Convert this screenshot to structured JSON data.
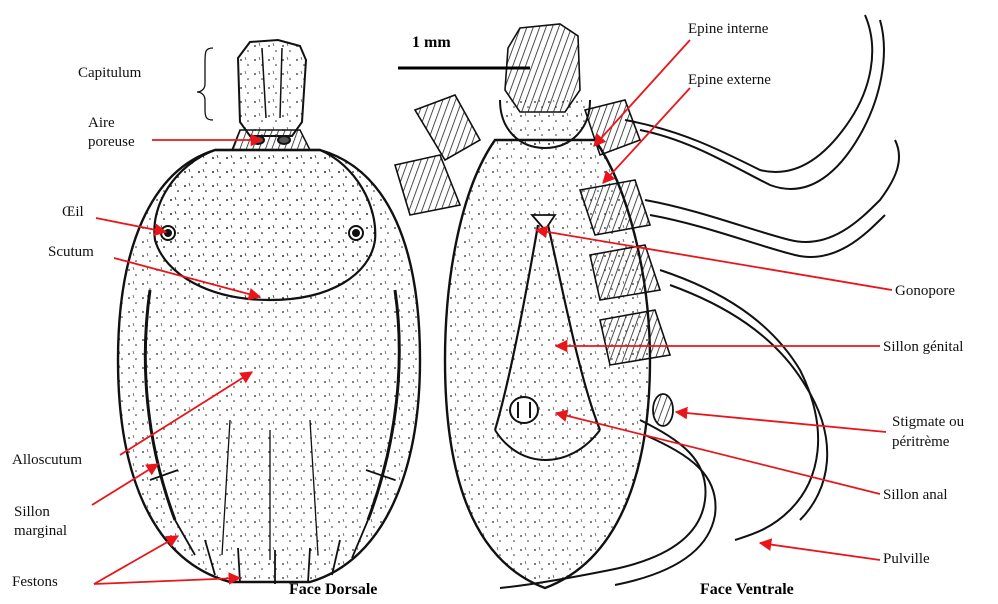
{
  "scale_bar": {
    "label": "1 mm"
  },
  "views": {
    "dorsal": "Face Dorsale",
    "ventral": "Face Ventrale"
  },
  "labels": {
    "capitulum": "Capitulum",
    "aire_poreuse_1": "Aire",
    "aire_poreuse_2": "poreuse",
    "oeil": "Œil",
    "scutum": "Scutum",
    "alloscutum": "Alloscutum",
    "sillon_marginal_1": "Sillon",
    "sillon_marginal_2": "marginal",
    "festons": "Festons",
    "epine_interne": "Epine interne",
    "epine_externe": "Epine externe",
    "gonopore": "Gonopore",
    "sillon_genital": "Sillon génital",
    "stigmate_1": "Stigmate ou",
    "stigmate_2": "péritrème",
    "sillon_anal": "Sillon anal",
    "pulville": "Pulville"
  },
  "colors": {
    "arrow": "#e8161b",
    "ink": "#111111"
  }
}
